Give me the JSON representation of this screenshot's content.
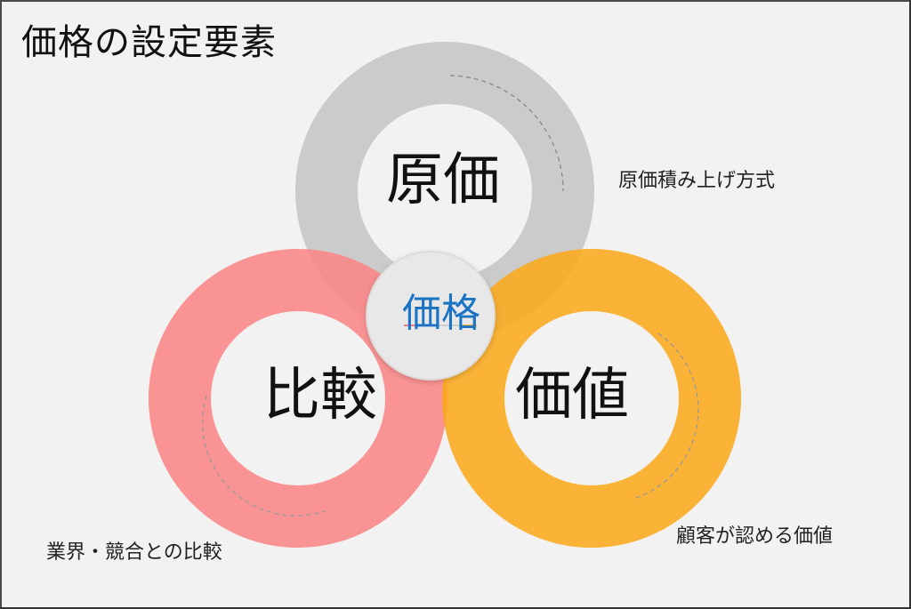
{
  "title": "価格の設定要素",
  "colors": {
    "cost_ring": "#c8c8c8",
    "comparison_ring": "#fb8a8a",
    "value_ring": "#fbb02e",
    "center_circle": "#e6e6e6",
    "center_text": "#1a73c4",
    "background": "#f2f2f2"
  },
  "center": {
    "label": "価格"
  },
  "elements": [
    {
      "id": "cost",
      "label": "原価",
      "caption": "原価積み上げ方式"
    },
    {
      "id": "comparison",
      "label": "比較",
      "caption": "業界・競合との比較"
    },
    {
      "id": "value",
      "label": "価値",
      "caption": "顧客が認める価値"
    }
  ]
}
